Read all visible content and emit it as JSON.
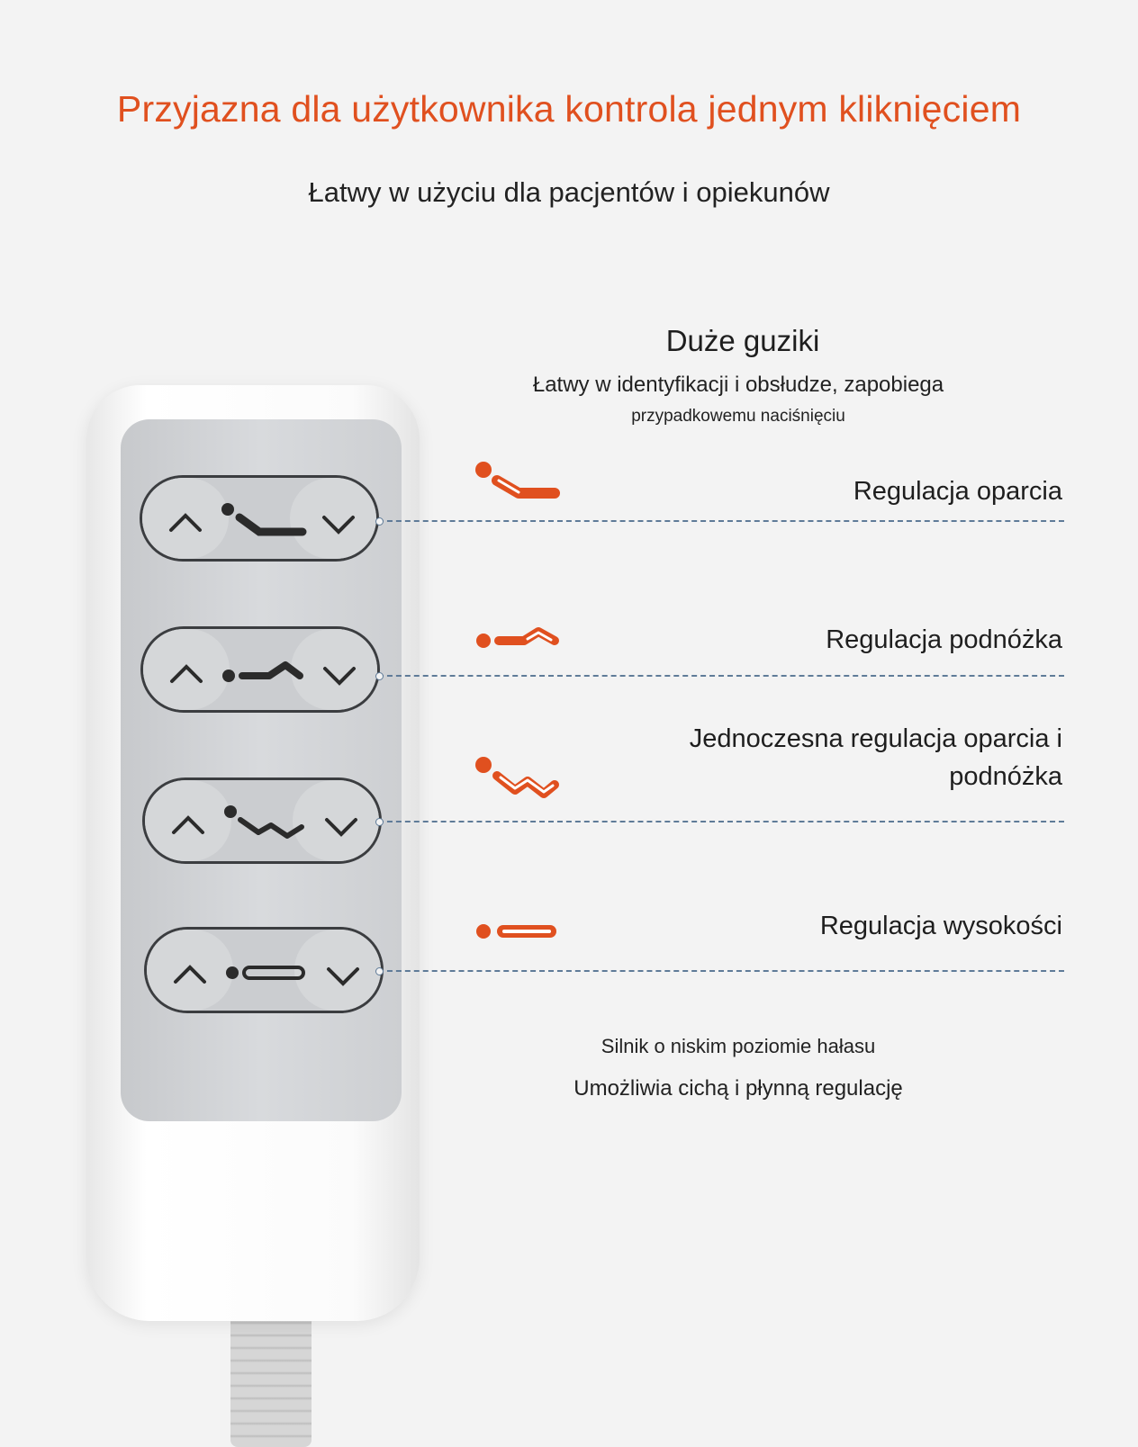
{
  "header": {
    "title": "Przyjazna dla użytkownika kontrola jednym kliknięciem",
    "subtitle": "Łatwy w użyciu dla pacjentów i opiekunów"
  },
  "big_buttons": {
    "title": "Duże guziki",
    "desc_line1": "Łatwy w identyfikacji i obsłudze, zapobiega",
    "desc_line2": "przypadkowemu naciśnięciu"
  },
  "features": [
    {
      "label": "Regulacja oparcia",
      "icon": "backrest-icon"
    },
    {
      "label": "Regulacja podnóżka",
      "icon": "footrest-icon"
    },
    {
      "label_line1": "Jednoczesna regulacja oparcia i",
      "label_line2": "podnóżka",
      "icon": "backrest-footrest-icon"
    },
    {
      "label": "Regulacja wysokości",
      "icon": "height-icon"
    }
  ],
  "motor": {
    "title": "Silnik o niskim poziomie hałasu",
    "desc": "Umożliwia cichą i płynną regulację"
  },
  "colors": {
    "accent": "#e0501f",
    "dashed_line": "#5f7b98",
    "panel": "#cbcdd0",
    "background": "#f3f3f3"
  }
}
